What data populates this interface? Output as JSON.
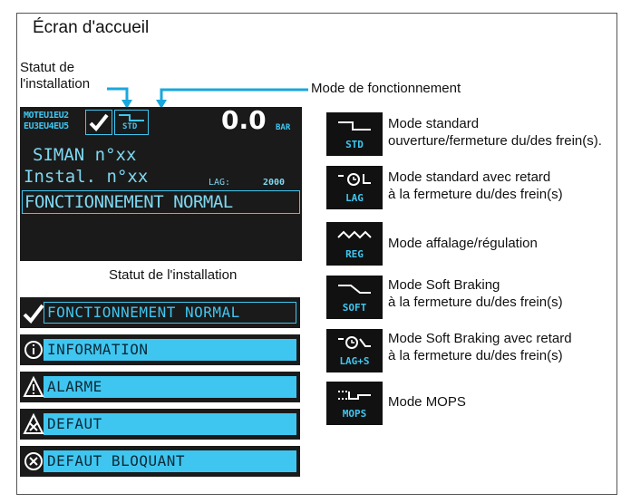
{
  "title": "Écran d'accueil",
  "callouts": {
    "statut_top": "Statut de\nl'installation",
    "mode_fonct": "Mode de fonctionnement",
    "statut_bottom": "Statut de l'installation"
  },
  "lcd": {
    "valves_row1": "MOTEU1EU2",
    "valves_row2": "EU3EU4EU5",
    "mode_code": "STD",
    "pressure": "0.0",
    "unit": "BAR",
    "line1": "SIMAN n°xx",
    "line2": "Instal. n°xx",
    "lag_label": "LAG:",
    "lag_value": "2000",
    "status_line": "FONCTIONNEMENT NORMAL"
  },
  "status_bars": [
    {
      "icon": "check-icon",
      "label": "FONCTIONNEMENT NORMAL"
    },
    {
      "icon": "info-icon",
      "label": "INFORMATION"
    },
    {
      "icon": "warning-icon",
      "label": "ALARME"
    },
    {
      "icon": "fault-icon",
      "label": "DEFAUT"
    },
    {
      "icon": "blocking-fault-icon",
      "label": "DEFAUT BLOQUANT"
    }
  ],
  "modes": [
    {
      "code": "STD",
      "line1": "Mode standard",
      "line2": "ouverture/fermeture du/des frein(s)."
    },
    {
      "code": "LAG",
      "line1": "Mode standard avec retard",
      "line2": "à la fermeture du/des frein(s)"
    },
    {
      "code": "REG",
      "line1": "Mode affalage/régulation",
      "line2": ""
    },
    {
      "code": "SOFT",
      "line1": "Mode Soft Braking",
      "line2": "à la fermeture du/des frein(s)"
    },
    {
      "code": "LAG+S",
      "line1": "Mode Soft Braking avec retard",
      "line2": "à la fermeture du/des frein(s)"
    },
    {
      "code": "MOPS",
      "line1": "Mode MOPS",
      "line2": ""
    }
  ],
  "colors": {
    "lcd_bg": "#1a1a1a",
    "accent": "#3fc6f0"
  }
}
